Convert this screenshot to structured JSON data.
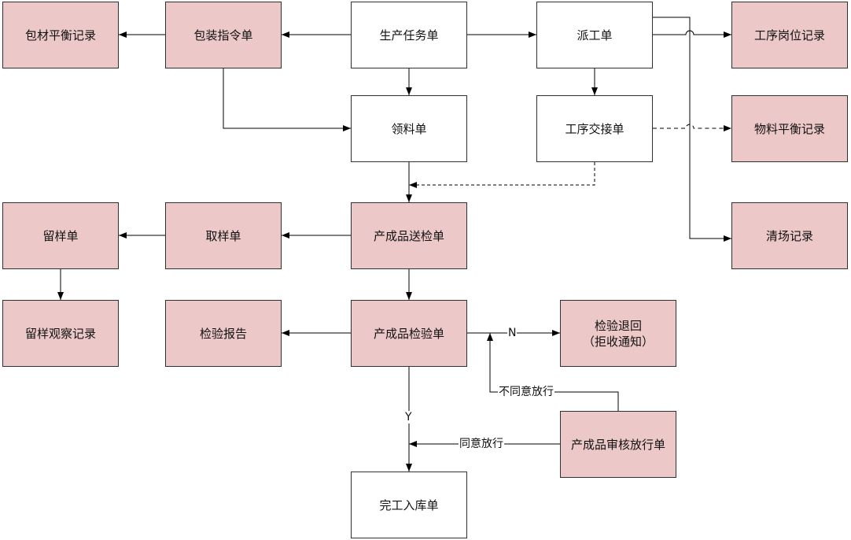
{
  "colors": {
    "document": "#ecc8c8",
    "process": "#ffffff",
    "line": "#000000"
  },
  "nodes": {
    "baocai_balance": "包材平衡记录",
    "packing_order": "包装指令单",
    "production_task": "生产任务单",
    "dispatch": "派工单",
    "post_record": "工序岗位记录",
    "requisition": "领料单",
    "handover": "工序交接单",
    "material_balance": "物料平衡记录",
    "clearance": "清场记录",
    "retained_sample": "留样单",
    "sampling": "取样单",
    "inspection_request": "产成品送检单",
    "sample_observation": "留样观察记录",
    "inspection_report": "检验报告",
    "inspection_sheet": "产成品检验单",
    "rejection": "检验退回\n（拒收通知）",
    "release_review": "产成品审核放行单",
    "warehousing": "完工入库单"
  },
  "labels": {
    "no": "N",
    "yes": "Y",
    "reject_release": "不同意放行",
    "approve_release": "同意放行"
  }
}
